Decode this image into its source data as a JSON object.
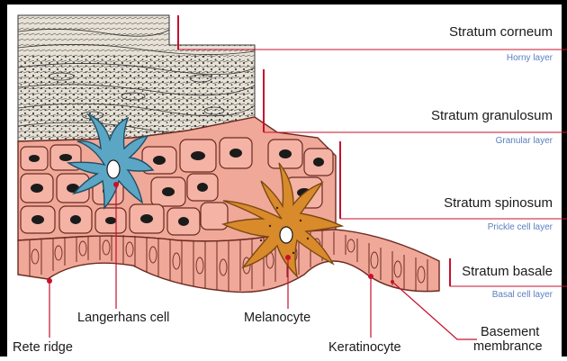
{
  "layers": [
    {
      "name": "Stratum corneum",
      "sub": "Horny layer"
    },
    {
      "name": "Stratum granulosum",
      "sub": "Granular layer"
    },
    {
      "name": "Stratum spinosum",
      "sub": "Prickle cell layer"
    },
    {
      "name": "Stratum basale",
      "sub": "Basal cell layer"
    }
  ],
  "cells": {
    "langerhans": "Langerhans cell",
    "melanocyte": "Melanocyte",
    "keratinocyte": "Keratinocyte",
    "rete_ridge": "Rete ridge",
    "basement_1": "Basement",
    "basement_2": "membrance"
  },
  "colors": {
    "accent_line": "#c8102e",
    "sub_label": "#5a7fc0",
    "keratinocyte_fill": "#f0a899",
    "langerhans_fill": "#5ba6c4",
    "melanocyte_fill": "#d98a2b",
    "corneum_fill": "#e8e2d6"
  }
}
